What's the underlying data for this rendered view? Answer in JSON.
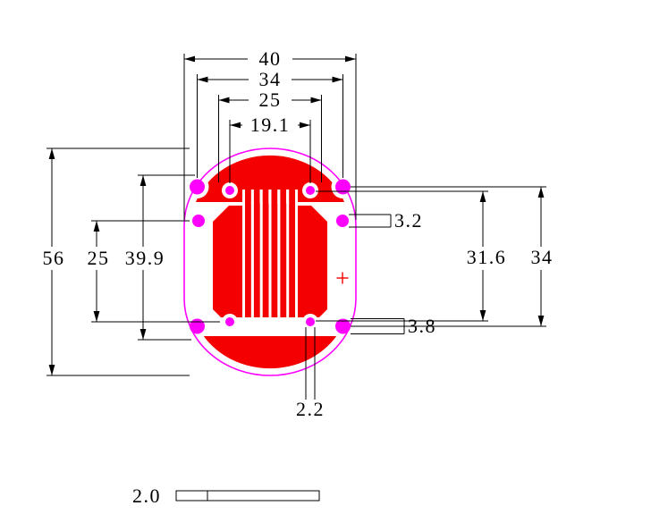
{
  "drawing": {
    "colors": {
      "copper_red": "#f40000",
      "outline_magenta": "#ff00ff",
      "hole_magenta": "#ff00ff",
      "dimension_black": "#000000"
    },
    "dims": {
      "overall_width": "40",
      "corner_hole_span_x": "34",
      "inner_span_x": "25",
      "small_hole_span_x": "19.1",
      "overall_height": "56",
      "left_inner_span": "25",
      "left_mid_span": "39.9",
      "side_hole_diameter": "3.2",
      "small_hole_span_y": "31.6",
      "corner_hole_span_y": "34",
      "corner_hole_diameter": "3.8",
      "small_hole_diameter": "2.2",
      "board_thickness": "2.0"
    }
  }
}
